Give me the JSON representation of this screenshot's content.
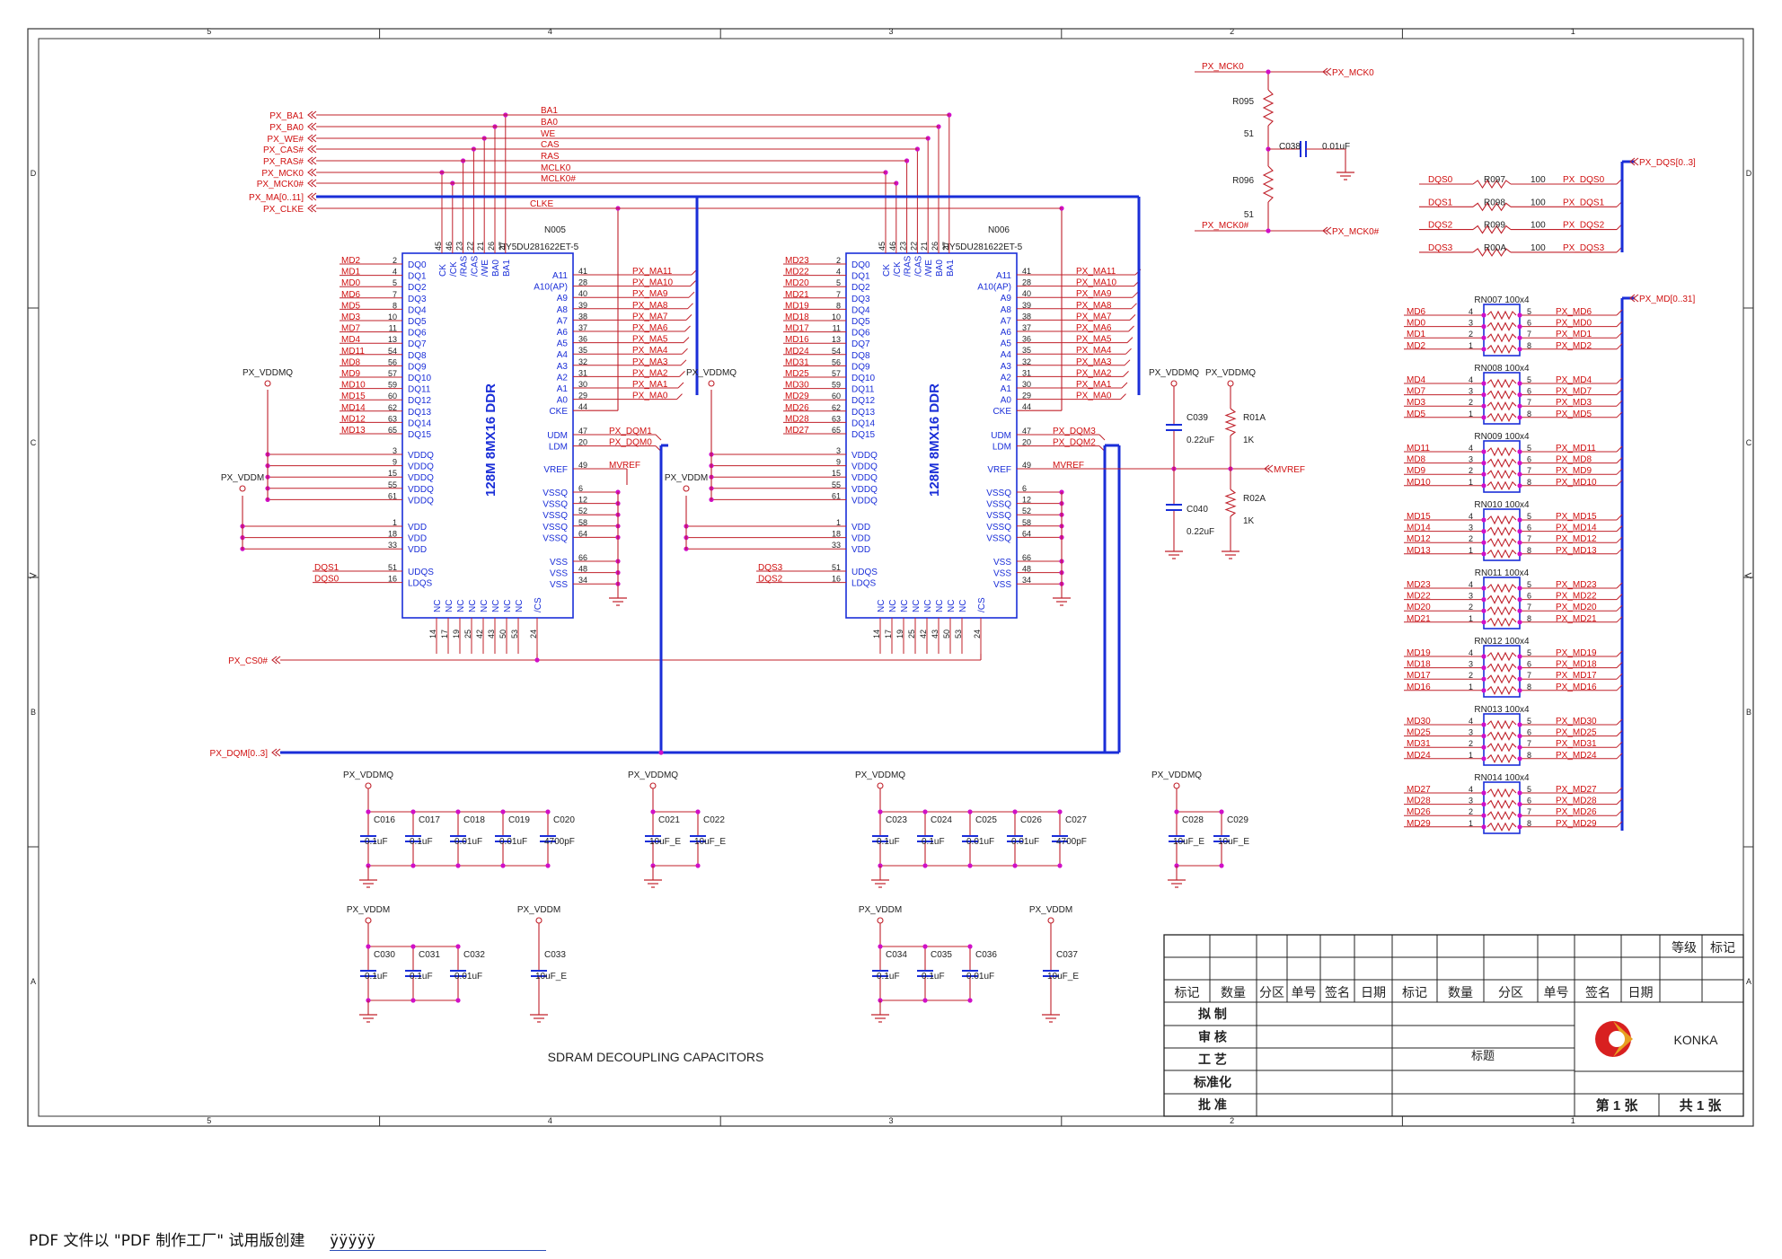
{
  "colors": {
    "wire": "#c0202a",
    "bus": "#1a2ed8",
    "chip": "#1a2ed8",
    "net": "#d01010",
    "junction": "#d010c8",
    "text": "#222222"
  },
  "border": {
    "cols": [
      "5",
      "4",
      "3",
      "2",
      "1"
    ],
    "rows": [
      "D",
      "C",
      "B",
      "A"
    ]
  },
  "chips": [
    {
      "id": "N005",
      "part": "HY5DU281622ET-5",
      "label": "128M 8MX16 DDR",
      "dq_nets": [
        "MD2",
        "MD1",
        "MD0",
        "MD6",
        "MD5",
        "MD3",
        "MD7",
        "MD4",
        "MD11",
        "MD8",
        "MD9",
        "MD10",
        "MD15",
        "MD14",
        "MD12",
        "MD13"
      ],
      "addr_nets": [
        "PX_MA11",
        "PX_MA10",
        "PX_MA9",
        "PX_MA8",
        "PX_MA7",
        "PX_MA6",
        "PX_MA5",
        "PX_MA4",
        "PX_MA3",
        "PX_MA2",
        "PX_MA1",
        "PX_MA0"
      ],
      "dqm_nets": [
        "PX_DQM1",
        "PX_DQM0"
      ],
      "dqs_nets": [
        "DQS1",
        "DQS0"
      ]
    },
    {
      "id": "N006",
      "part": "HY5DU281622ET-5",
      "label": "128M 8MX16 DDR",
      "dq_nets": [
        "MD23",
        "MD22",
        "MD20",
        "MD21",
        "MD19",
        "MD18",
        "MD17",
        "MD16",
        "MD24",
        "MD31",
        "MD25",
        "MD30",
        "MD29",
        "MD26",
        "MD28",
        "MD27"
      ],
      "addr_nets": [
        "PX_MA11",
        "PX_MA10",
        "PX_MA9",
        "PX_MA8",
        "PX_MA7",
        "PX_MA6",
        "PX_MA5",
        "PX_MA4",
        "PX_MA3",
        "PX_MA2",
        "PX_MA1",
        "PX_MA0"
      ],
      "dqm_nets": [
        "PX_DQM3",
        "PX_DQM2"
      ],
      "dqs_nets": [
        "DQS3",
        "DQS2"
      ]
    }
  ],
  "pins": {
    "left_names": [
      "DQ0",
      "DQ1",
      "DQ2",
      "DQ3",
      "DQ4",
      "DQ5",
      "DQ6",
      "DQ7",
      "DQ8",
      "DQ9",
      "DQ10",
      "DQ11",
      "DQ12",
      "DQ13",
      "DQ14",
      "DQ15"
    ],
    "left_nums": [
      "2",
      "4",
      "5",
      "7",
      "8",
      "10",
      "11",
      "13",
      "54",
      "56",
      "57",
      "59",
      "60",
      "62",
      "63",
      "65"
    ],
    "vddq_names": [
      "VDDQ",
      "VDDQ",
      "VDDQ",
      "VDDQ",
      "VDDQ"
    ],
    "vddq_nums": [
      "3",
      "9",
      "15",
      "55",
      "61"
    ],
    "vdd_names": [
      "VDD",
      "VDD",
      "VDD"
    ],
    "vdd_nums": [
      "1",
      "18",
      "33"
    ],
    "dqs_names": [
      "UDQS",
      "LDQS"
    ],
    "dqs_nums": [
      "51",
      "16"
    ],
    "right_names": [
      "A11",
      "A10(AP)",
      "A9",
      "A8",
      "A7",
      "A6",
      "A5",
      "A4",
      "A3",
      "A2",
      "A1",
      "A0",
      "CKE"
    ],
    "right_nums": [
      "41",
      "28",
      "40",
      "39",
      "38",
      "37",
      "36",
      "35",
      "32",
      "31",
      "30",
      "29",
      "44"
    ],
    "dm_names": [
      "UDM",
      "LDM"
    ],
    "dm_nums": [
      "47",
      "20"
    ],
    "vref_name": "VREF",
    "vref_num": "49",
    "vssq_names": [
      "VSSQ",
      "VSSQ",
      "VSSQ",
      "VSSQ",
      "VSSQ"
    ],
    "vssq_nums": [
      "6",
      "12",
      "52",
      "58",
      "64"
    ],
    "vss_names": [
      "VSS",
      "VSS",
      "VSS"
    ],
    "vss_nums": [
      "66",
      "48",
      "34"
    ],
    "top_names": [
      "CK",
      "/CK",
      "/RAS",
      "/CAS",
      "/WE",
      "BA0",
      "BA1"
    ],
    "top_nums": [
      "45",
      "46",
      "23",
      "22",
      "21",
      "26",
      "27"
    ],
    "bot_names": [
      "NC",
      "NC",
      "NC",
      "NC",
      "NC",
      "NC",
      "NC",
      "NC",
      "/CS"
    ],
    "bot_nums": [
      "14",
      "17",
      "19",
      "25",
      "42",
      "43",
      "50",
      "53",
      "24"
    ]
  },
  "ctrl_ports": [
    "PX_BA1",
    "PX_BA0",
    "PX_WE#",
    "PX_CAS#",
    "PX_RAS#",
    "PX_MCK0",
    "PX_MCK0#",
    "PX_MA[0..11]",
    "PX_CLKE"
  ],
  "ctrl_nets": [
    "BA1",
    "BA0",
    "WE",
    "CAS",
    "RAS",
    "MCLK0",
    "MCLK0#",
    "CLKE"
  ],
  "vref_net": "MVREF",
  "ports": {
    "cs": "PX_CS0#",
    "dqm": "PX_DQM[0..3]",
    "mck0": "PX_MCK0",
    "mck0n": "PX_MCK0#",
    "dqs_bus": "PX_DQS[0..3]",
    "md_bus": "PX_MD[0..31]",
    "mvref": "MVREF",
    "vddmq": "PX_VDDMQ",
    "vddm": "PX_VDDM"
  },
  "clock_term": {
    "net_top": "PX_MCK0",
    "net_bot": "PX_MCK0#",
    "r1": "R095",
    "r1v": "51",
    "r2": "R096",
    "r2v": "51",
    "c": "C038",
    "cv": "0.01uF"
  },
  "dqs_resistors": [
    {
      "net": "DQS0",
      "ref": "R097",
      "val": "100",
      "out": "PX_DQS0"
    },
    {
      "net": "DQS1",
      "ref": "R098",
      "val": "100",
      "out": "PX_DQS1"
    },
    {
      "net": "DQS2",
      "ref": "R099",
      "val": "100",
      "out": "PX_DQS2"
    },
    {
      "net": "DQS3",
      "ref": "R00A",
      "val": "100",
      "out": "PX_DQS3"
    }
  ],
  "vref_div": {
    "c1": "C039",
    "c1v": "0.22uF",
    "c2": "C040",
    "c2v": "0.22uF",
    "r1": "R01A",
    "r1v": "1K",
    "r2": "R02A",
    "r2v": "1K"
  },
  "rnets": [
    {
      "ref": "RN007 100x4",
      "left": [
        "MD6",
        "MD0",
        "MD1",
        "MD2"
      ],
      "right": [
        "PX_MD6",
        "PX_MD0",
        "PX_MD1",
        "PX_MD2"
      ]
    },
    {
      "ref": "RN008 100x4",
      "left": [
        "MD4",
        "MD7",
        "MD3",
        "MD5"
      ],
      "right": [
        "PX_MD4",
        "PX_MD7",
        "PX_MD3",
        "PX_MD5"
      ]
    },
    {
      "ref": "RN009 100x4",
      "left": [
        "MD11",
        "MD8",
        "MD9",
        "MD10"
      ],
      "right": [
        "PX_MD11",
        "PX_MD8",
        "PX_MD9",
        "PX_MD10"
      ]
    },
    {
      "ref": "RN010 100x4",
      "left": [
        "MD15",
        "MD14",
        "MD12",
        "MD13"
      ],
      "right": [
        "PX_MD15",
        "PX_MD14",
        "PX_MD12",
        "PX_MD13"
      ]
    },
    {
      "ref": "RN011 100x4",
      "left": [
        "MD23",
        "MD22",
        "MD20",
        "MD21"
      ],
      "right": [
        "PX_MD23",
        "PX_MD22",
        "PX_MD20",
        "PX_MD21"
      ]
    },
    {
      "ref": "RN012 100x4",
      "left": [
        "MD19",
        "MD18",
        "MD17",
        "MD16"
      ],
      "right": [
        "PX_MD19",
        "PX_MD18",
        "PX_MD17",
        "PX_MD16"
      ]
    },
    {
      "ref": "RN013 100x4",
      "left": [
        "MD30",
        "MD25",
        "MD31",
        "MD24"
      ],
      "right": [
        "PX_MD30",
        "PX_MD25",
        "PX_MD31",
        "PX_MD24"
      ]
    },
    {
      "ref": "RN014 100x4",
      "left": [
        "MD27",
        "MD28",
        "MD26",
        "MD29"
      ],
      "right": [
        "PX_MD27",
        "PX_MD28",
        "PX_MD26",
        "PX_MD29"
      ]
    }
  ],
  "rn_pins": {
    "left": [
      "4",
      "3",
      "2",
      "1"
    ],
    "right": [
      "5",
      "6",
      "7",
      "8"
    ]
  },
  "cap_banks": [
    {
      "supply": "PX_VDDMQ",
      "caps": [
        [
          "C016",
          "0.1uF"
        ],
        [
          "C017",
          "0.1uF"
        ],
        [
          "C018",
          "0.01uF"
        ],
        [
          "C019",
          "0.01uF"
        ],
        [
          "C020",
          "4700pF"
        ]
      ]
    },
    {
      "supply": "PX_VDDMQ",
      "caps": [
        [
          "C021",
          "10uF_E"
        ],
        [
          "C022",
          "10uF_E"
        ]
      ]
    },
    {
      "supply": "PX_VDDMQ",
      "caps": [
        [
          "C023",
          "0.1uF"
        ],
        [
          "C024",
          "0.1uF"
        ],
        [
          "C025",
          "0.01uF"
        ],
        [
          "C026",
          "0.01uF"
        ],
        [
          "C027",
          "4700pF"
        ]
      ]
    },
    {
      "supply": "PX_VDDMQ",
      "caps": [
        [
          "C028",
          "10uF_E"
        ],
        [
          "C029",
          "10uF_E"
        ]
      ]
    },
    {
      "supply": "PX_VDDM",
      "caps": [
        [
          "C030",
          "0.1uF"
        ],
        [
          "C031",
          "0.1uF"
        ],
        [
          "C032",
          "0.01uF"
        ]
      ]
    },
    {
      "supply": "PX_VDDM",
      "caps": [
        [
          "C033",
          "10uF_E"
        ]
      ]
    },
    {
      "supply": "PX_VDDM",
      "caps": [
        [
          "C034",
          "0.1uF"
        ],
        [
          "C035",
          "0.1uF"
        ],
        [
          "C036",
          "0.01uF"
        ]
      ]
    },
    {
      "supply": "PX_VDDM",
      "caps": [
        [
          "C037",
          "10uF_E"
        ]
      ]
    }
  ],
  "section_title": "SDRAM DECOUPLING CAPACITORS",
  "title_block": {
    "grade": "等级",
    "mark": "标记",
    "header": [
      "标记",
      "数量",
      "分区",
      "单号",
      "签名",
      "日期",
      "标记",
      "数量",
      "分区",
      "单号",
      "签名",
      "日期"
    ],
    "roles": [
      "拟  制",
      "审  核",
      "工  艺",
      "标准化",
      "批  准"
    ],
    "title": "标题",
    "brand": "KONKA",
    "sheet": "第 1 张",
    "total": "共 1 张"
  },
  "footer": {
    "text": "PDF 文件以 \"PDF 制作工厂\" 试用版创建",
    "link": "ÿÿÿÿÿ"
  }
}
